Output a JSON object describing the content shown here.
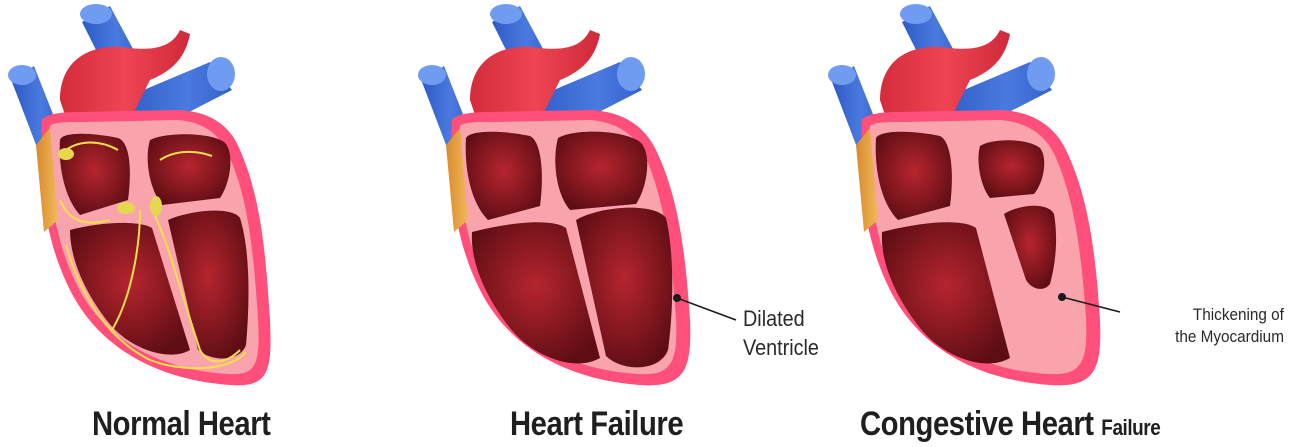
{
  "hearts": [
    {
      "caption_main": "Normal Heart",
      "caption_small": "",
      "annotation": []
    },
    {
      "caption_main": "Heart Failure",
      "caption_small": "",
      "annotation": [
        "Dilated",
        "Ventricle"
      ]
    },
    {
      "caption_main": "Congestive Heart",
      "caption_small": "Failure",
      "annotation": [
        "Thickening of",
        "the Myocardium"
      ]
    }
  ],
  "colors": {
    "vessel_blue": "#3f6fd6",
    "aorta_red": "#e8394a",
    "outline_pink": "#ff4f7a",
    "myocardium": "#f9a3ad",
    "chamber_dark": "#8f1a22",
    "conduction_yellow": "#f4e04d"
  }
}
